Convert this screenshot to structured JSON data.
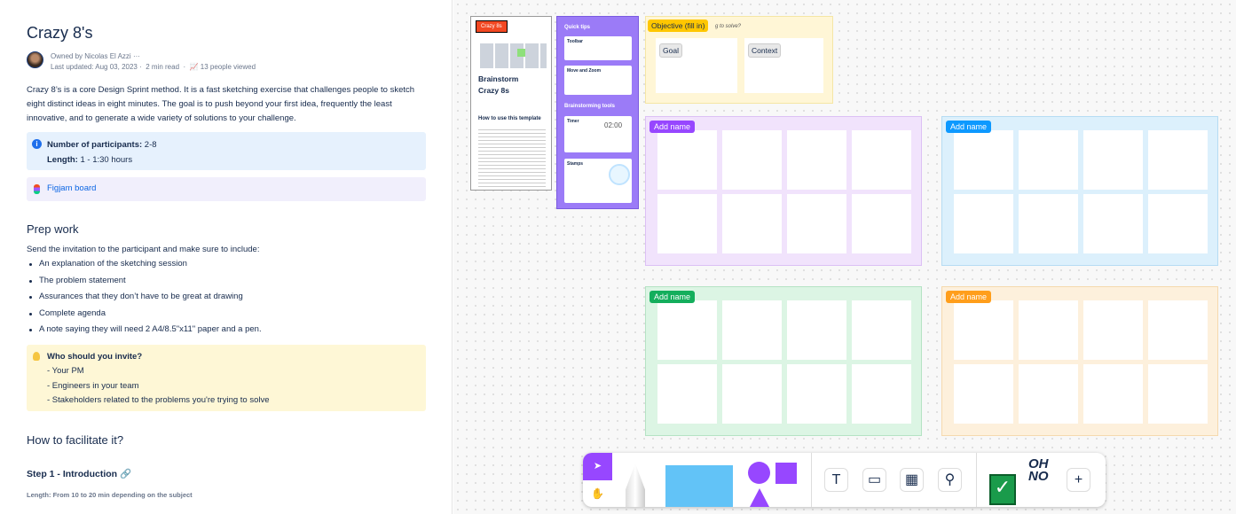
{
  "doc": {
    "title": "Crazy 8's",
    "owner": "Owned by Nicolas El Azzi",
    "more": "···",
    "updated": "Last updated: Aug 03, 2023",
    "read": "2 min read",
    "views": "13 people viewed",
    "intro": "Crazy 8’s is a core Design Sprint method. It is a fast sketching exercise that challenges people to sketch eight distinct ideas in eight minutes. The goal is to push beyond your first idea, frequently the least innovative, and to generate a wide variety of solutions to your challenge.",
    "info": {
      "participants_label": "Number of participants:",
      "participants": " 2-8",
      "length_label": "Length:",
      "length": " 1 - 1:30 hours"
    },
    "figjam_link": "Figjam board",
    "prep_heading": "Prep work",
    "prep_text": "Send the invitation to the participant and make sure to include:",
    "prep_items": [
      "An explanation of the sketching session",
      "The problem statement",
      "Assurances that they don’t have to be great at drawing",
      "Complete agenda",
      "A note saying they will need 2 A4/8.5\"x11\" paper and a pen."
    ],
    "invite": {
      "title": "Who should you invite?",
      "items": [
        "- Your PM",
        "- Engineers in your team",
        "- Stakeholders related to the problems you're trying to solve"
      ]
    },
    "facilitate_heading": "How to facilitate it?",
    "step1": "Step 1 - Introduction",
    "step1_length": "Length: From 10 to 20 min depending on the subject"
  },
  "board": {
    "cover": {
      "badge": "Crazy 8s",
      "title1": "Brainstorm",
      "title2": "Crazy 8s",
      "howto": "How to use this template"
    },
    "tips": {
      "quick": "Quick tips",
      "toolbar": "Toolbar",
      "move": "Move and Zoom",
      "brainstorm": "Brainstorming tools",
      "timer": "Timer",
      "timer_value": "02:00",
      "stamps": "Stamps"
    },
    "objective": {
      "tag": "Objective (fill in)",
      "behind": "g to solve?",
      "goal": "Goal",
      "context": "Context"
    },
    "groups": [
      {
        "label": "Add name",
        "bg": "#f1e3fc",
        "border": "#dcc0f5",
        "tag": "#9747ff"
      },
      {
        "label": "Add name",
        "bg": "#dcf0fc",
        "border": "#b6dcf3",
        "tag": "#0d99ff"
      },
      {
        "label": "Add name",
        "bg": "#dcf5e4",
        "border": "#b5e3c4",
        "tag": "#14ae5c"
      },
      {
        "label": "Add name",
        "bg": "#fdf0dc",
        "border": "#f5d9ae",
        "tag": "#ff9e1b"
      }
    ],
    "stickers": {
      "ohno": "OH NO"
    }
  },
  "colors": {
    "accent": "#9747ff",
    "info_bg": "#e6f1fd",
    "note_bg": "#fef7d6"
  }
}
